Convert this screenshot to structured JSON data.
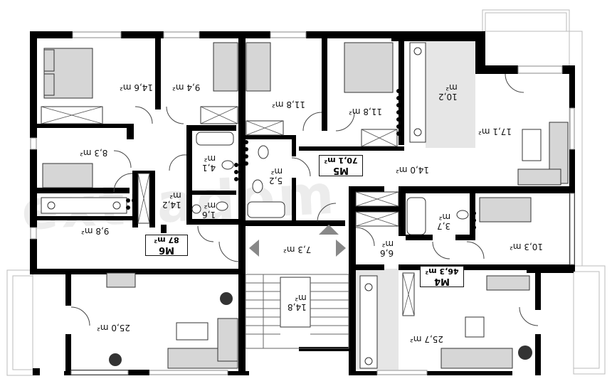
{
  "watermark": "extradom",
  "apartments": [
    {
      "id": "M5",
      "area": "70,1 m²"
    },
    {
      "id": "M6",
      "area": "87 m²"
    },
    {
      "id": "M4",
      "area": "46,3 m²"
    }
  ],
  "rooms": [
    {
      "id": "r1",
      "value": "14,6",
      "unit": "m²"
    },
    {
      "id": "r2",
      "value": "9,4",
      "unit": "m²"
    },
    {
      "id": "r3",
      "value": "11,8",
      "unit": "m²"
    },
    {
      "id": "r4",
      "value": "11,8",
      "unit": "m²"
    },
    {
      "id": "r5",
      "value": "10,2",
      "unit": "m²"
    },
    {
      "id": "r6",
      "value": "17,1",
      "unit": "m²"
    },
    {
      "id": "r7",
      "value": "8,3",
      "unit": "m²"
    },
    {
      "id": "r8",
      "value": "4,1",
      "unit": "m²"
    },
    {
      "id": "r9",
      "value": "5,2",
      "unit": "m²"
    },
    {
      "id": "r10",
      "value": "14,0",
      "unit": "m²"
    },
    {
      "id": "r11",
      "value": "14,2",
      "unit": "m²"
    },
    {
      "id": "r12",
      "value": "1,6",
      "unit": "m²"
    },
    {
      "id": "r13",
      "value": "9,8",
      "unit": "m²"
    },
    {
      "id": "r14",
      "value": "3,7",
      "unit": "m²"
    },
    {
      "id": "r15",
      "value": "10,3",
      "unit": "m²"
    },
    {
      "id": "r16",
      "value": "6,6",
      "unit": "m²"
    },
    {
      "id": "r17",
      "value": "7,3",
      "unit": "m²"
    },
    {
      "id": "r18",
      "value": "14,8",
      "unit": "m²"
    },
    {
      "id": "r19",
      "value": "25,0",
      "unit": "m²"
    },
    {
      "id": "r20",
      "value": "25,7",
      "unit": "m²"
    }
  ]
}
